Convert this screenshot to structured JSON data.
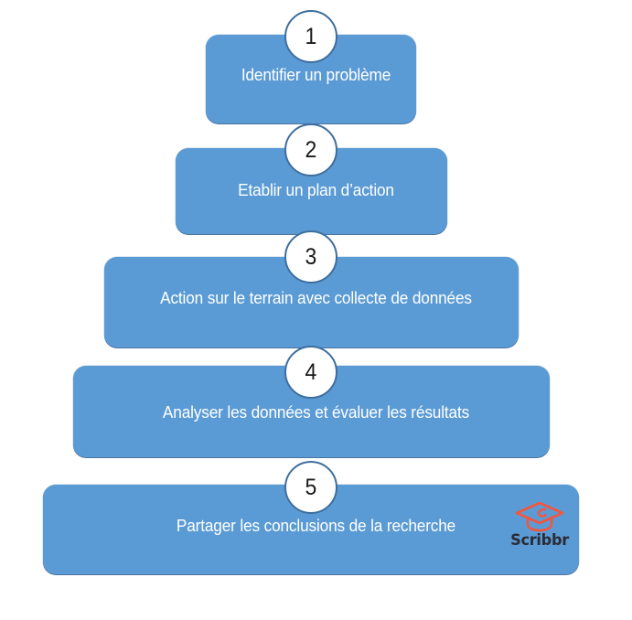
{
  "diagram": {
    "type": "pyramid-step-flow",
    "title": "",
    "background_color": "#FFFFFF",
    "step_fill_color": "#5B9BD5",
    "step_text_color": "#FFFFFF",
    "badge_border_color": "#3D6E9E",
    "badge_fill_color": "#FFFFFF",
    "badge_text_color": "#1A1A1A",
    "steps": [
      {
        "number": "1",
        "label": "Identifier un problème"
      },
      {
        "number": "2",
        "label": "Etablir un plan d’action"
      },
      {
        "number": "3",
        "label": "Action sur le terrain avec collecte de données"
      },
      {
        "number": "4",
        "label": "Analyser les données et évaluer les résultats"
      },
      {
        "number": "5",
        "label": "Partager les conclusions de la recherche"
      }
    ]
  },
  "branding": {
    "name": "Scribbr",
    "logo_icon": "graduation-cap-icon",
    "logo_color": "#F4553D",
    "wordmark_color": "#2B2B35"
  }
}
